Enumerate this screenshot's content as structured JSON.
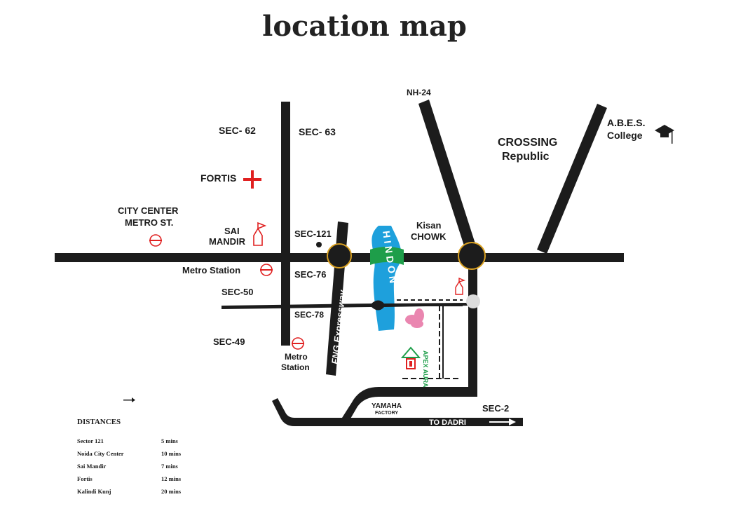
{
  "title": "location map",
  "labels": {
    "sec62": "SEC- 62",
    "sec63": "SEC- 63",
    "fortis": "FORTIS",
    "city_center_1": "CITY CENTER",
    "city_center_2": "METRO ST.",
    "sai_mandir_1": "SAI",
    "sai_mandir_2": "MANDIR",
    "sec121": "SEC-121",
    "metro_station_1": "Metro Station",
    "sec76": "SEC-76",
    "sec50": "SEC-50",
    "sec78": "SEC-78",
    "sec49": "SEC-49",
    "metro_station_2a": "Metro",
    "metro_station_2b": "Station",
    "fng": "FNG Expressway",
    "hindon": "HINDON",
    "nh24": "NH-24",
    "kisan_1": "Kisan",
    "kisan_2": "CHOWK",
    "crossing_1": "CROSSING",
    "crossing_2": "Republic",
    "abes_1": "A.B.E.S.",
    "abes_2": "College",
    "apex": "APEX AURA",
    "yamaha_1": "YAMAHA",
    "yamaha_2": "FACTORY",
    "sec2": "SEC-2",
    "to_dadri": "TO DADRI"
  },
  "distances": {
    "heading": "DISTANCES",
    "rows": [
      {
        "place": "Sector 121",
        "time": "5 mins"
      },
      {
        "place": "Noida City Center",
        "time": "10 mins"
      },
      {
        "place": "Sai Mandir",
        "time": "7 mins"
      },
      {
        "place": "Fortis",
        "time": "12 mins"
      },
      {
        "place": "Kalindi Kunj",
        "time": "20 mins"
      }
    ]
  },
  "colors": {
    "road": "#1c1c1c",
    "river": "#1ea0dc",
    "bridge": "#1e9e4a",
    "junction_ring": "#d9a020",
    "fortis_cross": "#e02020",
    "metro_icon": "#e02020",
    "temple_icon": "#e02020",
    "flower": "#e87aa8"
  },
  "icons": [
    "hospital-cross-icon",
    "metro-icon",
    "temple-icon",
    "graduation-cap-icon",
    "arrow-right-icon",
    "flower-logo-icon",
    "apex-logo-icon"
  ]
}
